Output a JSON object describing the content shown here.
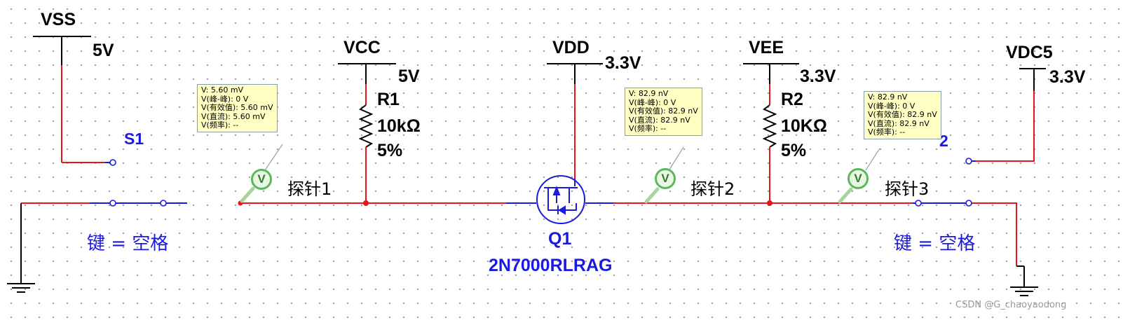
{
  "rails": {
    "vss": {
      "name": "VSS",
      "voltage": "5V"
    },
    "vcc": {
      "name": "VCC",
      "voltage": "5V"
    },
    "vdd": {
      "name": "VDD",
      "voltage": "3.3V"
    },
    "vee": {
      "name": "VEE",
      "voltage": "3.3V"
    },
    "vdc5": {
      "name": "VDC5",
      "voltage": "3.3V"
    }
  },
  "components": {
    "r1": {
      "ref": "R1",
      "value": "10kΩ",
      "tolerance": "5%"
    },
    "r2": {
      "ref": "R2",
      "value": "10KΩ",
      "tolerance": "5%"
    },
    "q1": {
      "ref": "Q1",
      "part": "2N7000RLRAG"
    },
    "s1": {
      "ref": "S1",
      "key": "键 = 空格"
    },
    "s2": {
      "ref": "2",
      "key": "键 = 空格"
    }
  },
  "probes": [
    {
      "label": "探针1",
      "v": "V: 5.60 mV",
      "vpp": "V(峰-峰): 0 V",
      "vrms": "V(有效值): 5.60 mV",
      "vdc": "V(直流): 5.60 mV",
      "freq": "V(频率): --",
      "icon": "V"
    },
    {
      "label": "探针2",
      "v": "V: 82.9 nV",
      "vpp": "V(峰-峰): 0 V",
      "vrms": "V(有效值): 82.9 nV",
      "vdc": "V(直流): 82.9 nV",
      "freq": "V(频率): --",
      "icon": "V"
    },
    {
      "label": "探针3",
      "v": "V: 82.9 nV",
      "vpp": "V(峰-峰): 0 V",
      "vrms": "V(有效值): 82.9 nV",
      "vdc": "V(直流): 82.9 nV",
      "freq": "V(频率): --",
      "icon": "V"
    }
  ],
  "watermark": "CSDN @G_chaoyaodong",
  "colors": {
    "wire": "#e8141c",
    "terminal": "#1a1adf",
    "line": "#000000",
    "probe_green": "#5cb85c",
    "tooltip_bg": "#ffffc4"
  }
}
